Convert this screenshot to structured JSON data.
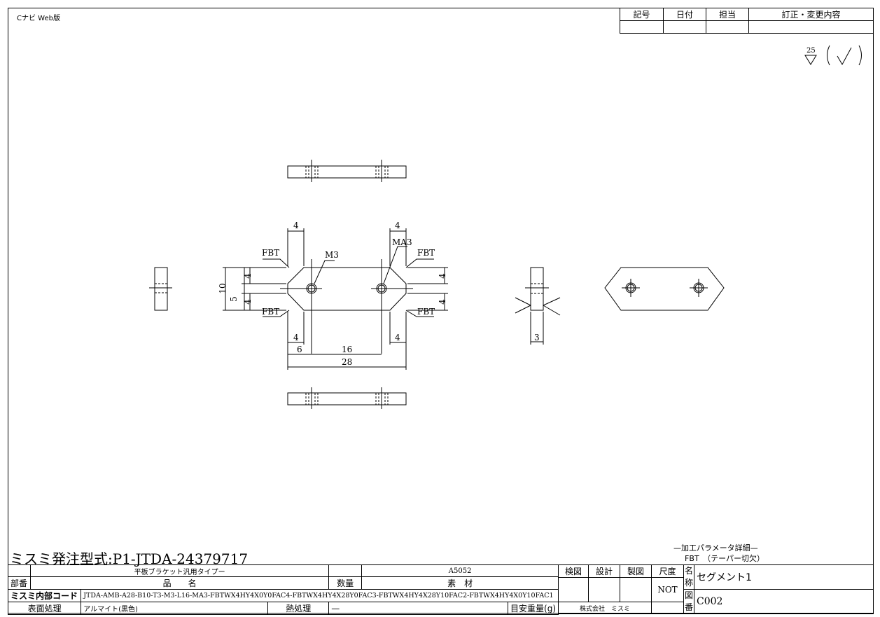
{
  "header": {
    "app_label": "Cナビ Web版"
  },
  "revision_table": {
    "headers": [
      "記号",
      "日付",
      "担当",
      "訂正・変更内容"
    ]
  },
  "surface_symbol": {
    "roughness": "25"
  },
  "order_code": {
    "label": "ミスミ発注型式:P1-JTDA-24379717"
  },
  "dimensions": {
    "d4_top_left": "4",
    "d4_top_right": "4",
    "fbt_tl": "FBT",
    "fbt_tr": "FBT",
    "fbt_bl": "FBT",
    "fbt_br": "FBT",
    "m3": "M3",
    "ma3": "MA3",
    "d10": "10",
    "d5": "5",
    "d4_lv1": "4",
    "d4_lv2": "4",
    "d4_rv1": "4",
    "d4_rv2": "4",
    "d4_bl": "4",
    "d6": "6",
    "d16": "16",
    "d4_br": "4",
    "d28": "28",
    "d3": "3"
  },
  "param_note": {
    "title": "—加工パラメータ詳細—",
    "line": "FBT　（テーパー切欠）"
  },
  "title_block": {
    "product_type": "平板ブラケット汎用タイプー",
    "material_value": "A5052",
    "label_part_no": "部番",
    "label_name": "品　　名",
    "label_qty": "数量",
    "label_material": "素　材",
    "label_internal_code": "ミスミ内部コード",
    "internal_code": "JTDA-AMB-A28-B10-T3-M3-L16-MA3-FBTWX4HY4X0Y0FAC4-FBTWX4HY4X28Y0FAC3-FBTWX4HY4X28Y10FAC2-FBTWX4HY4X0Y10FAC1",
    "label_surface": "表面処理",
    "surface_value": "アルマイト(黒色)",
    "label_heat": "熱処理",
    "heat_value": "—",
    "label_weight": "目安重量(g)",
    "company": "株式会社　ミスミ",
    "label_check": "検図",
    "label_design": "設計",
    "label_draft": "製図",
    "label_scale": "尺度",
    "scale_value": "NOT",
    "label_name_v": "名称",
    "name_value": "セグメント1",
    "label_drawing_v": "図番",
    "drawing_value": "C002"
  }
}
